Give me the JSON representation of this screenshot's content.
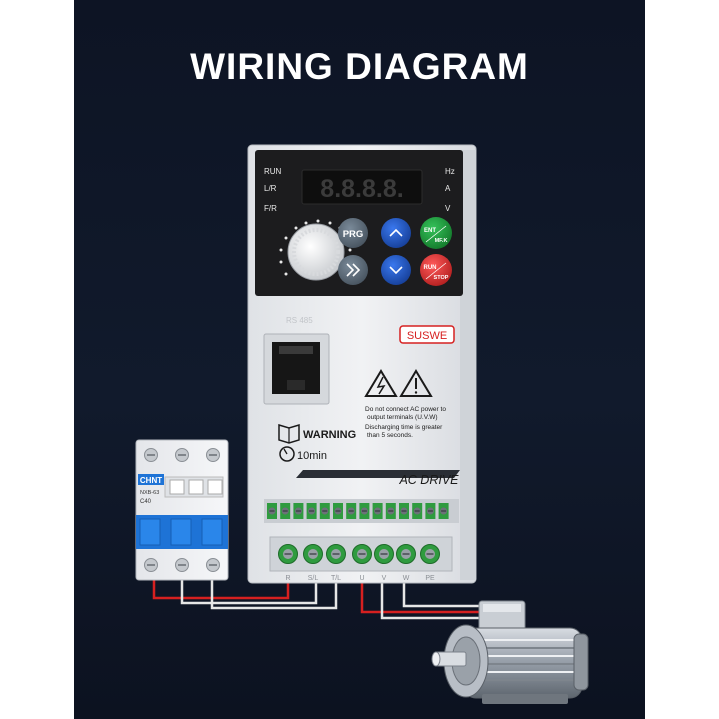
{
  "title": "WIRING DIAGRAM",
  "colors": {
    "background": "#0f1729",
    "drive_body": "#e9ebee",
    "display": "#1e1e1e",
    "key_blue": "#1f4fb8",
    "key_gray": "#5b6a78",
    "key_green": "#1c9a3a",
    "key_red": "#d93232",
    "breaker_blue": "#1e73d6",
    "terminal_green": "#2f9b3f",
    "wire_red": "#d62020",
    "wire_white": "#e6e6e6"
  },
  "drive": {
    "indicators_left": [
      "RUN",
      "L/R",
      "F/R"
    ],
    "indicators_right": [
      "Hz",
      "A",
      "V"
    ],
    "display_value": "8.8.8.8.",
    "keys": {
      "prg": "PRG",
      "up_icon": "chevron-up-icon",
      "ent_line1": "ENT",
      "ent_line2": "MF.K",
      "shift_icon": "double-chevron-right-icon",
      "down_icon": "chevron-down-icon",
      "run_line1": "RUN",
      "run_line2": "STOP"
    },
    "brand": "SUSWE",
    "port_label": "RS 485",
    "warning_label": "WARNING",
    "time_label": "10min",
    "notes": [
      "Do not connect AC power to",
      "output terminals (U.V.W)",
      "Discharging time is greater",
      "than 5 seconds."
    ],
    "product_label": "AC DRIVE",
    "input_terminals": [
      "R",
      "S/L",
      "T/L"
    ],
    "output_terminals": [
      "U",
      "V",
      "W",
      "PE"
    ]
  },
  "breaker": {
    "brand": "CHNT",
    "model": "NXB-63",
    "rating": "C40"
  },
  "motor": {
    "icon": "electric-motor-icon"
  }
}
